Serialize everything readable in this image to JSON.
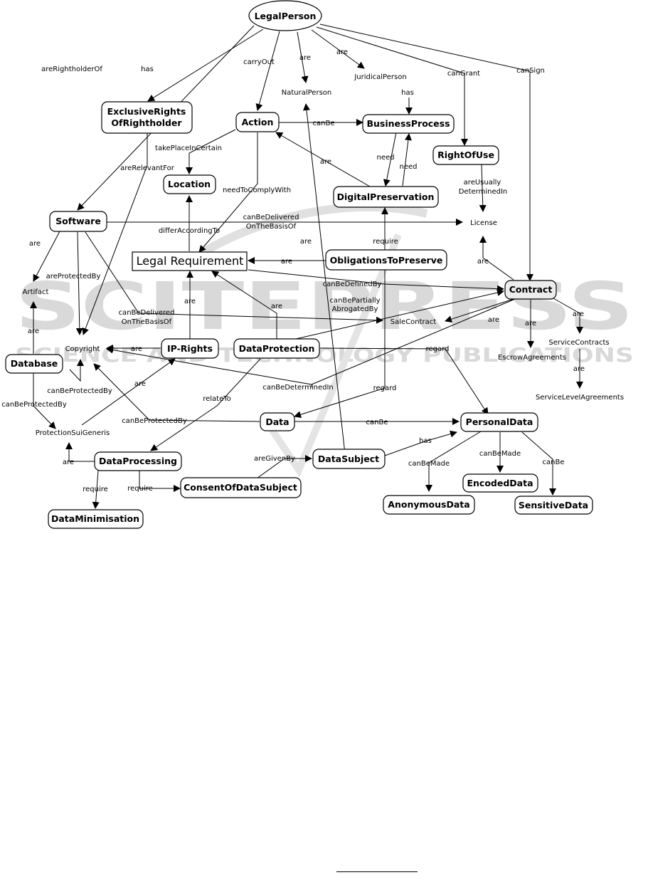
{
  "watermark": {
    "big": "SCITEPRESS",
    "small": "SCIENCE AND TECHNOLOGY PUBLICATIONS"
  },
  "nodes": {
    "legal_person": "LegalPerson",
    "exclusive_rights_1": "ExclusiveRights",
    "exclusive_rights_2": "OfRightholder",
    "action": "Action",
    "business_process": "BusinessProcess",
    "right_of_use": "RightOfUse",
    "location": "Location",
    "digital_preservation": "DigitalPreservation",
    "software": "Software",
    "legal_requirement": "Legal Requirement",
    "obligations_to_preserve": "ObligationsToPreserve",
    "contract": "Contract",
    "database": "Database",
    "ip_rights": "IP-Rights",
    "data_protection": "DataProtection",
    "data": "Data",
    "personal_data": "PersonalData",
    "data_processing": "DataProcessing",
    "data_subject": "DataSubject",
    "consent": "ConsentOfDataSubject",
    "encoded_data": "EncodedData",
    "anonymous_data": "AnonymousData",
    "sensitive_data": "SensitiveData",
    "data_minimisation": "DataMinimisation"
  },
  "plain_nodes": {
    "natural_person": "NaturalPerson",
    "juridical_person": "JuridicalPerson",
    "license": "License",
    "artifact": "Artifact",
    "copyright": "Copyright",
    "sale_contract": "SaleContract",
    "service_contracts": "ServiceContracts",
    "escrow_agreements": "EscrowAgreements",
    "service_level_agreements": "ServiceLevelAgreements",
    "protection_sui_generis": "ProtectionSuiGeneris"
  },
  "edge_labels": {
    "are_rightholder_of": "areRightholderOf",
    "has_exclusive": "has",
    "carry_out": "carryOut",
    "are_natural": "are",
    "are_juridical": "are",
    "can_grant": "canGrant",
    "can_sign": "canSign",
    "has_juridical": "has",
    "can_be_action": "canBe",
    "take_place": "takePlaceInCertain",
    "are_relevant_for": "areRelevantFor",
    "need_1": "need",
    "need_2": "need",
    "are_dp_action": "are",
    "are_usually_1": "areUsually",
    "are_usually_2": "DeterminedIn",
    "need_to_comply": "needToComplyWith",
    "delivered_sw_1": "canBeDelivered",
    "delivered_sw_2": "OnTheBasisOf",
    "differ_according": "differAccordingTo",
    "are_sw_artifact": "are",
    "are_protected_by": "areProtectedBy",
    "are_otp_lr": "are",
    "require": "require",
    "are_natural_subject": "are",
    "are_contract_license": "are",
    "can_be_defined_by": "canBeDefinedBy",
    "partially_1": "canBePartially",
    "partially_2": "AbrogatedBy",
    "are_ip_lr": "are",
    "are_dp_lr": "are",
    "delivered_copy_1": "canBeDelivered",
    "delivered_copy_2": "OnTheBasisOf",
    "are_db_artifact": "are",
    "are_contract_sale": "are",
    "are_contract_escrow": "are",
    "are_contract_service": "are",
    "are_service_sla": "are",
    "are_ip_copyright": "are",
    "regard_personal": "regard",
    "db_protected_by": "canBeProtectedBy",
    "are_psg_ip": "are",
    "can_be_determined_in": "canBeDeterminedIn",
    "regard_data": "regard",
    "db_protected_psg": "canBeProtectedBy",
    "relate_to": "relateTo",
    "psg_protected_by": "canBeProtectedBy",
    "can_be_data": "canBe",
    "has_subject": "has",
    "are_dproc_psg": "are",
    "are_given_by": "areGivenBy",
    "can_be_made_1": "canBeMade",
    "can_be_made_2": "canBeMade",
    "can_be_sensitive": "canBe",
    "require_min": "require",
    "require_consent": "require"
  }
}
